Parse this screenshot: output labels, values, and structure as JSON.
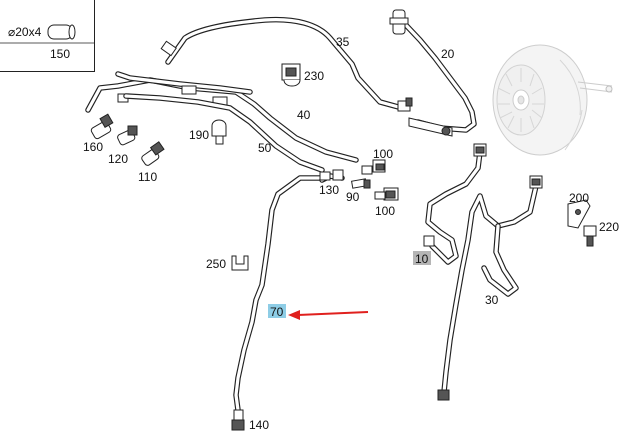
{
  "diagram": {
    "legend_box": {
      "dimension": "⌀20x4",
      "number": "150"
    },
    "labels": {
      "p35": "35",
      "p20": "20",
      "p230": "230",
      "p40": "40",
      "p190": "190",
      "p50": "50",
      "p160": "160",
      "p120": "120",
      "p110": "110",
      "p100a": "100",
      "p130": "130",
      "p90": "90",
      "p100b": "100",
      "p200": "200",
      "p220": "220",
      "p250": "250",
      "p10": "10",
      "p30": "30",
      "p70": "70",
      "p140": "140"
    },
    "colors": {
      "line": "#222222",
      "highlight_70": "#8ecde6",
      "highlight_10": "#b5b5b5",
      "arrow": "#e0201e",
      "booster": "#e6e6e6"
    }
  }
}
